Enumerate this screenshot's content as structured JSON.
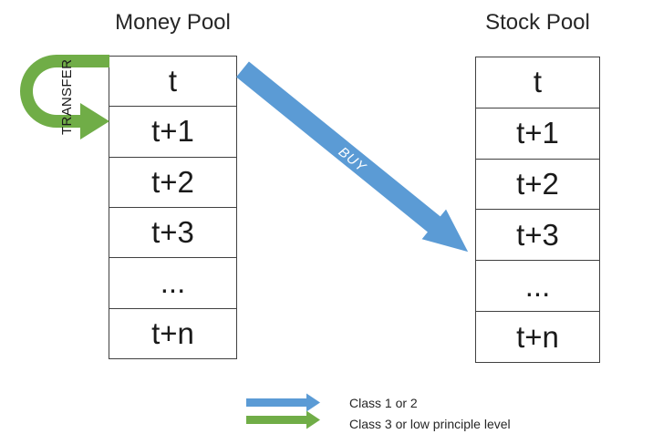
{
  "money_pool": {
    "title": "Money Pool",
    "rows": [
      "t",
      "t+1",
      "t+2",
      "t+3",
      "...",
      "t+n"
    ]
  },
  "stock_pool": {
    "title": "Stock Pool",
    "rows": [
      "t",
      "t+1",
      "t+2",
      "t+3",
      "...",
      "t+n"
    ]
  },
  "arrows": {
    "transfer_label": "TRANSFER",
    "buy_label": "BUY"
  },
  "colors": {
    "blue": "#5B9BD5",
    "green": "#70AD47"
  },
  "legend": {
    "items": [
      {
        "icon": "blue-arrow",
        "label": "Class 1 or 2"
      },
      {
        "icon": "green-arrow",
        "label": "Class 3 or low principle level"
      }
    ]
  }
}
